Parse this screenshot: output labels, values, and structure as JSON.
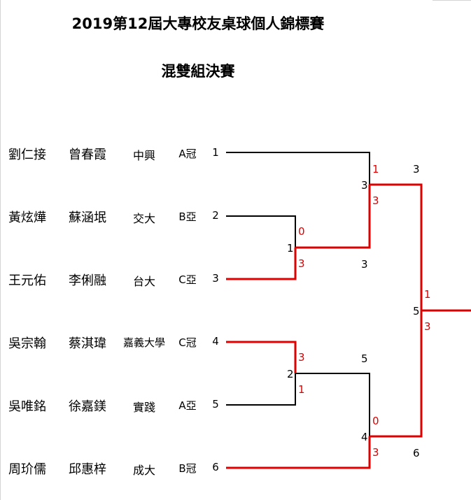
{
  "title": "2019第12屆大專校友桌球個人錦標賽",
  "subtitle": "混雙組決賽",
  "colors": {
    "winner_line": "#e00000",
    "loser_line": "#000000",
    "winner_score": "#e00000"
  },
  "players": [
    {
      "seed": "1",
      "name1": "劉仁接",
      "name2": "曾春霞",
      "school": "中興",
      "group": "A冠"
    },
    {
      "seed": "2",
      "name1": "黃炫燁",
      "name2": "蘇涵垊",
      "school": "交大",
      "group": "B亞"
    },
    {
      "seed": "3",
      "name1": "王元佑",
      "name2": "李俐融",
      "school": "台大",
      "group": "C亞"
    },
    {
      "seed": "4",
      "name1": "吳宗翰",
      "name2": "蔡淇瑋",
      "school": "嘉義大學",
      "group": "C冠"
    },
    {
      "seed": "5",
      "name1": "吳唯銘",
      "name2": "徐嘉鎂",
      "school": "實踐",
      "group": "A亞"
    },
    {
      "seed": "6",
      "name1": "周玠儒",
      "name2": "邱惠梓",
      "school": "成大",
      "group": "B冠"
    }
  ],
  "matches": [
    {
      "label": "1",
      "score_top": "0",
      "score_bottom": "3"
    },
    {
      "label": "2",
      "score_top": "3",
      "score_bottom": "1"
    },
    {
      "label": "3",
      "score_top": "1",
      "score_bottom": "3"
    },
    {
      "label": "4",
      "score_top": "0",
      "score_bottom": "3"
    },
    {
      "label": "5",
      "score_top": "1",
      "score_bottom": "3"
    }
  ],
  "advancers": {
    "match1_winner": "3",
    "match2_winner": "5",
    "match3_winner": "3",
    "match4_loser_side": "6"
  }
}
